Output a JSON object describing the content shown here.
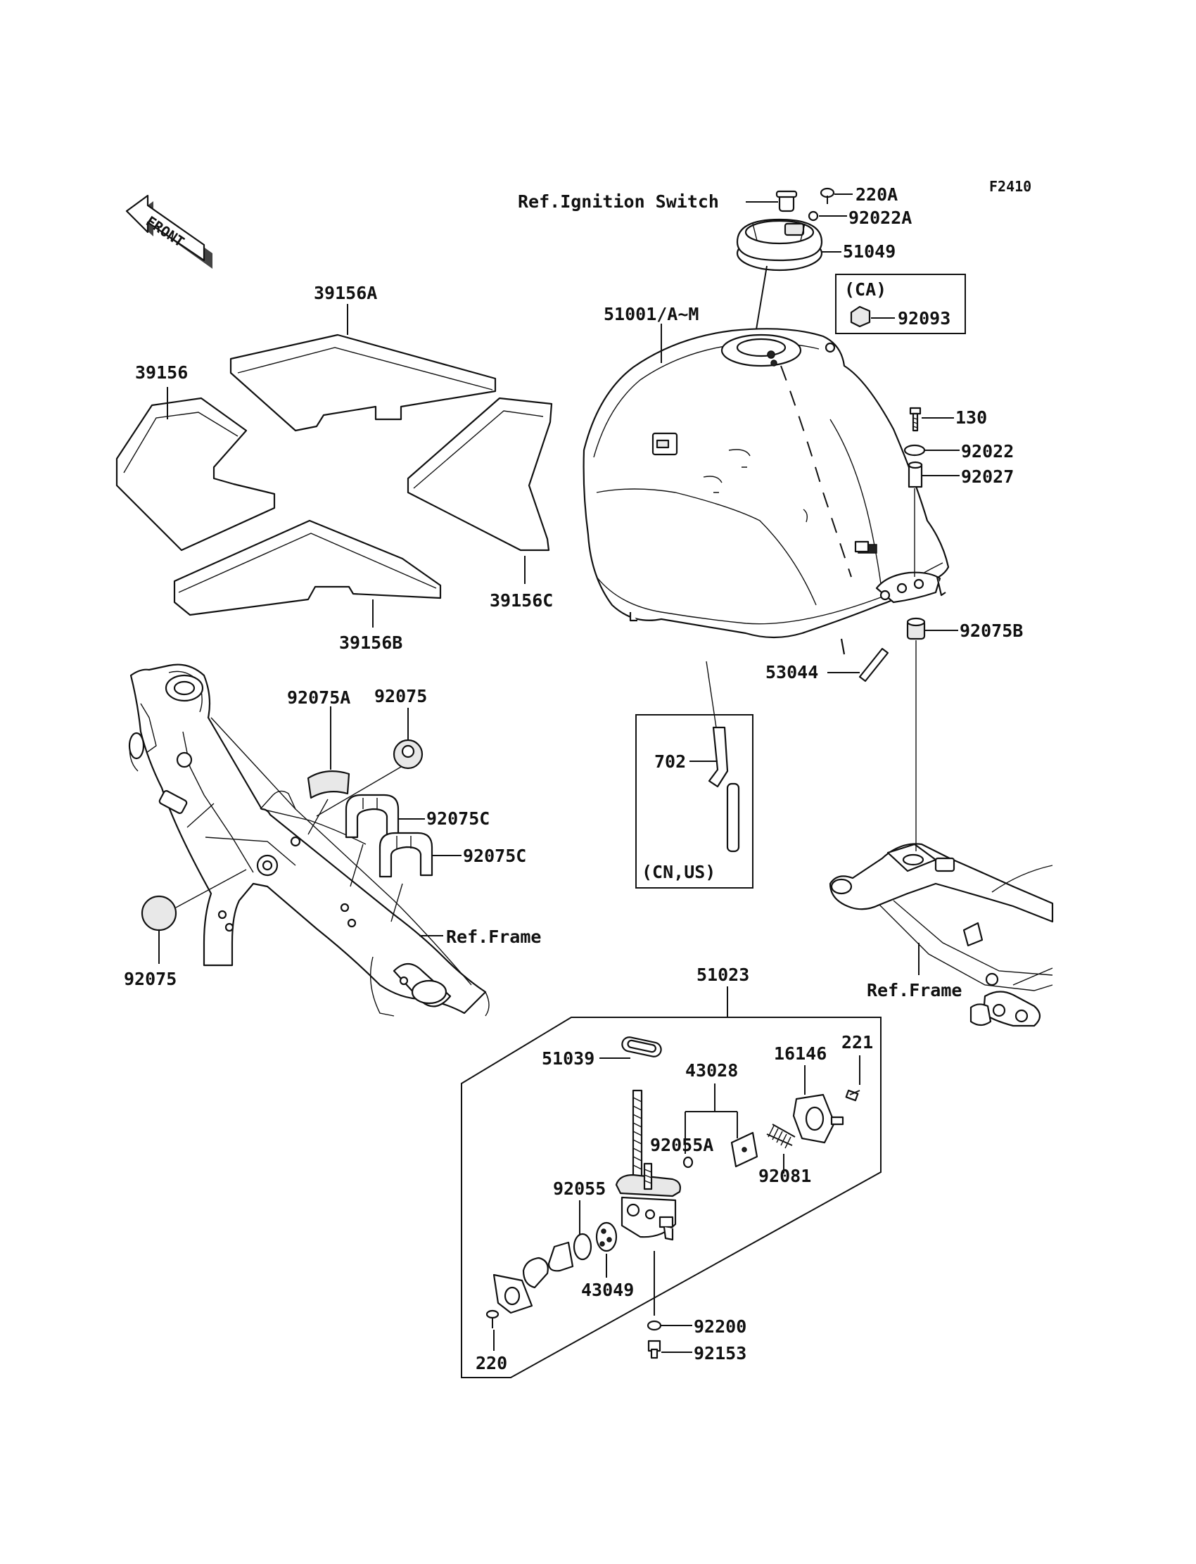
{
  "figure_code": "F2410",
  "front_arrow": {
    "text": "FRONT",
    "icon": "front-direction-arrow-icon"
  },
  "labels": {
    "ref_ignition_switch": "Ref.Ignition Switch",
    "p220A": "220A",
    "p92022A": "92022A",
    "p51049": "51049",
    "ca_box_title": "(CA)",
    "p92093": "92093",
    "p51001": "51001/A~M",
    "p130": "130",
    "p92022": "92022",
    "p92027": "92027",
    "p92075B": "92075B",
    "p53044": "53044",
    "p702": "702",
    "cnus_box_title": "(CN,US)",
    "p39156A": "39156A",
    "p39156": "39156",
    "p39156C": "39156C",
    "p39156B": "39156B",
    "p92075A": "92075A",
    "p92075_top": "92075",
    "p92075C_1": "92075C",
    "p92075C_2": "92075C",
    "ref_frame_left": "Ref.Frame",
    "p92075_bottom": "92075",
    "ref_frame_right": "Ref.Frame",
    "p51023": "51023",
    "p51039": "51039",
    "p43028": "43028",
    "p16146": "16146",
    "p221": "221",
    "p92055A": "92055A",
    "p92081": "92081",
    "p92055": "92055",
    "p43049": "43049",
    "p92200": "92200",
    "p92153": "92153",
    "p220": "220"
  }
}
